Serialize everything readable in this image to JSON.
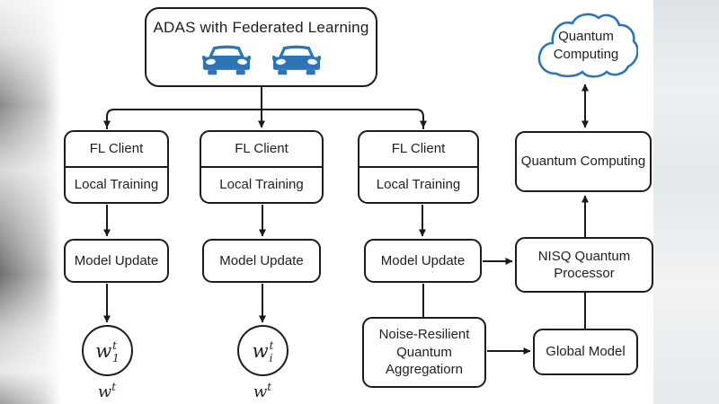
{
  "colors": {
    "accent_blue": "#2E75B6",
    "line_black": "#1A1A1A",
    "box_background": "#FFFFFF"
  },
  "icons": {
    "cars": "car-icon",
    "cloud": "cloud-icon"
  },
  "adas": {
    "title": "ADAS with Federated Learning"
  },
  "cloud": {
    "line1": "Quantum",
    "line2": "Computing"
  },
  "quantum_computing_box": {
    "label": "Quantum Computing"
  },
  "nisq_box": {
    "line1": "NISQ Quantum",
    "line2": "Processor"
  },
  "global_model_box": {
    "label": "Global Model"
  },
  "noise_box": {
    "line1": "Noise-Resilient",
    "line2": "Quantum",
    "line3": "Aggregatiorn"
  },
  "fl_clients": [
    {
      "title": "FL Client",
      "subtitle": "Local Training"
    },
    {
      "title": "FL Client",
      "subtitle": "Local Training"
    },
    {
      "title": "FL Client",
      "subtitle": "Local Training"
    }
  ],
  "model_updates": [
    "Model Update",
    "Model Update",
    "Model Update"
  ],
  "weights": [
    {
      "base": "w",
      "sup": "t",
      "sub": "1",
      "global_base": "w",
      "global_sup": "t"
    },
    {
      "base": "w",
      "sup": "t",
      "sub": "i",
      "global_base": "w",
      "global_sup": "t"
    }
  ]
}
